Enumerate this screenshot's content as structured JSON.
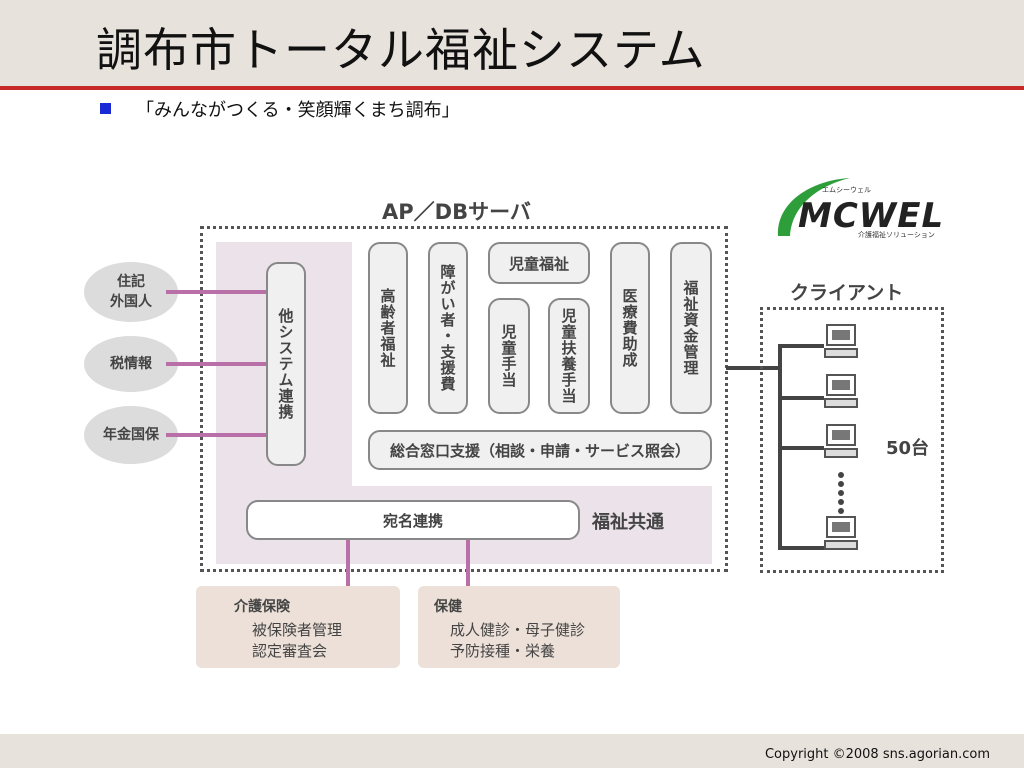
{
  "slide": {
    "title": "調布市トータル福祉システム",
    "subtitle": "「みんながつくる・笑顔輝くまち調布」"
  },
  "diagram": {
    "server_label": "AP／DBサーバ",
    "external_systems": [
      "住記\n外国人",
      "税情報",
      "年金国保"
    ],
    "integration_module": "他システム連携",
    "modules": {
      "elderly": "高齢者福祉",
      "disability": "障がい者・支援費",
      "child_welfare": "児童福祉",
      "child_allowance": "児童手当",
      "child_support": "児童扶養手当",
      "medical_subsidy": "医療費助成",
      "welfare_funds": "福祉資金管理"
    },
    "consultation": "総合窓口支援（相談・申請・サービス照会）",
    "address_link": "宛名連携",
    "common_label": "福祉共通",
    "client_label": "クライアント",
    "client_count": "50台",
    "care_insurance": {
      "title": "介護保険",
      "lines": [
        "被保険者管理",
        "認定審査会"
      ]
    },
    "health": {
      "title": "保健",
      "lines": [
        "成人健診・母子健診",
        "予防接種・栄養"
      ]
    },
    "logo": {
      "name": "MCWEL",
      "ruby": "エムシーウェル",
      "tagline": "介護福祉ソリューション"
    }
  },
  "footer": {
    "copyright": "Copyright ©2008 sns.agorian.com"
  },
  "colors": {
    "accent": "#c72a26",
    "bullet": "#1a2bd6",
    "connector": "#b96fa8",
    "pink_region": "#ece2ea",
    "logo_green": "#2e9e3a"
  }
}
